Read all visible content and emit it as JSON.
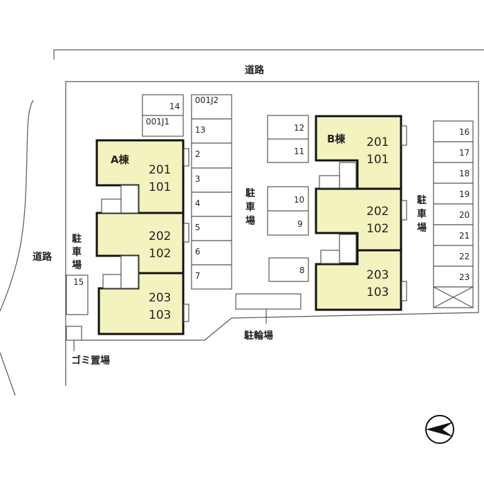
{
  "road_top": "道路",
  "road_left": "道路",
  "parking_label": [
    "駐",
    "車",
    "場"
  ],
  "bicycle_parking": "駐輪場",
  "garbage": "ゴミ置場",
  "colors": {
    "building_fill": "#f3f3bf",
    "line": "#555555"
  },
  "building_a": {
    "name": "A棟",
    "units": [
      [
        "201",
        "101"
      ],
      [
        "202",
        "102"
      ],
      [
        "203",
        "103"
      ]
    ]
  },
  "building_b": {
    "name": "B棟",
    "units": [
      [
        "201",
        "101"
      ],
      [
        "202",
        "102"
      ],
      [
        "203",
        "103"
      ]
    ]
  },
  "parking_a_column": [
    "001J2",
    "13",
    "2",
    "3",
    "4",
    "5",
    "6",
    "7"
  ],
  "parking_a_small": [
    "14",
    "001J1"
  ],
  "parking_mid": [
    "12",
    "11",
    "10",
    "9",
    "8"
  ],
  "parking_left": "15",
  "parking_right": [
    "16",
    "17",
    "18",
    "19",
    "20",
    "21",
    "22",
    "23"
  ],
  "compass_icon": "north-arrow-icon"
}
